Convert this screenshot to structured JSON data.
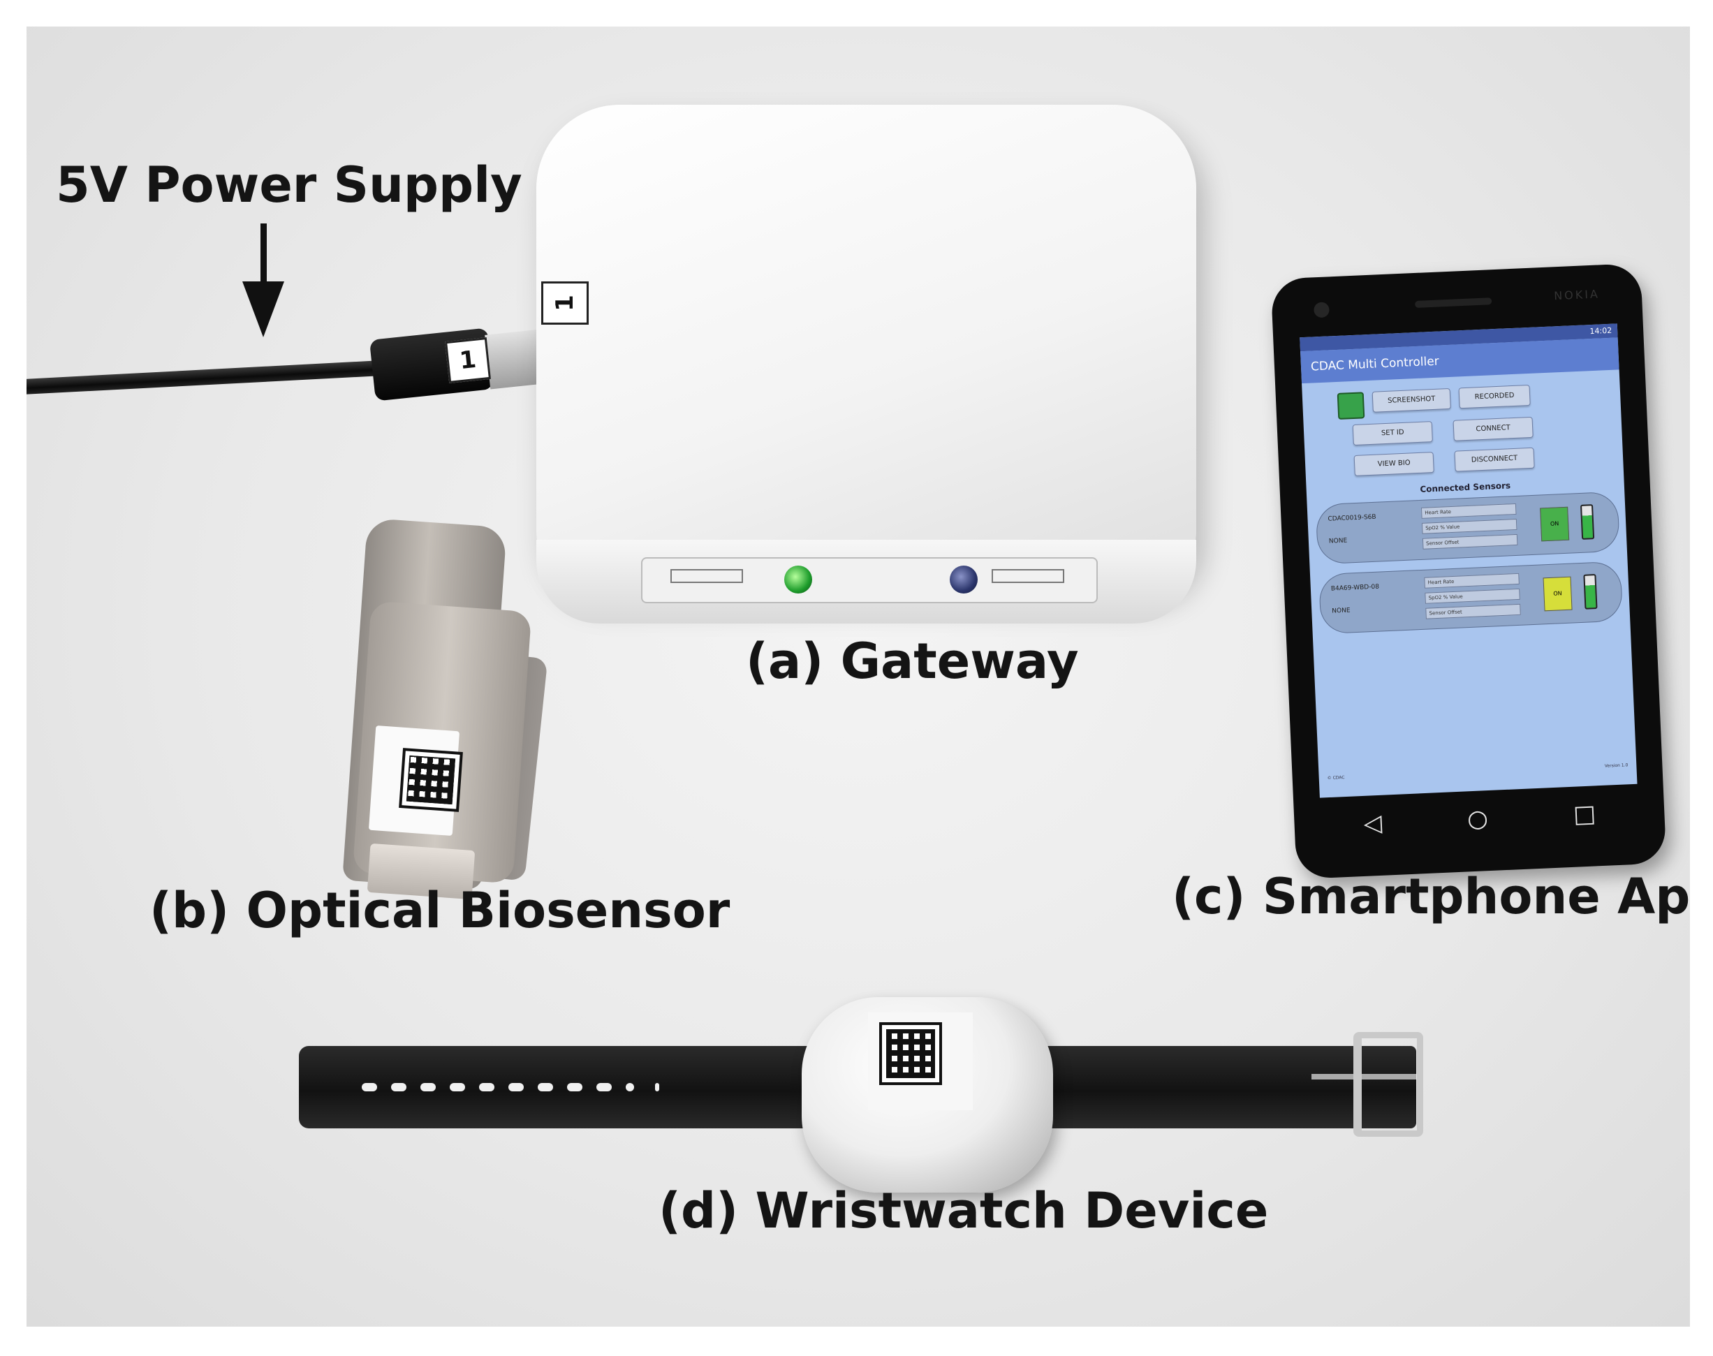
{
  "labels": {
    "power": "5V Power Supply",
    "gateway": "(a) Gateway",
    "biosensor": "(b) Optical Biosensor",
    "smartphone": "(c) Smartphone App",
    "wristwatch": "(d) Wristwatch Device"
  },
  "tags": {
    "plug": "1",
    "gateway_port": "1"
  },
  "phone": {
    "brand": "NOKIA",
    "status_time": "14:02",
    "app_title": "CDAC Multi Controller",
    "buttons": {
      "screenshot": "SCREENSHOT",
      "recorded": "RECORDED",
      "set_id": "SET ID",
      "connect": "CONNECT",
      "view_bio": "VIEW BIO",
      "disconnect": "DISCONNECT"
    },
    "connected_sensors_title": "Connected Sensors",
    "sensors": [
      {
        "name": "CDAC0019-S6B",
        "sub": "NONE",
        "field1": "Heart Rate",
        "field2": "SpO2 % Value",
        "field3": "Sensor Offset",
        "state": "ON",
        "state_color": "#48b04b"
      },
      {
        "name": "B4A69-WBD-08",
        "sub": "NONE",
        "field1": "Heart Rate",
        "field2": "SpO2 % Value",
        "field3": "Sensor Offset",
        "state": "ON",
        "state_color": "#d6de3a"
      }
    ],
    "footer_left": "© CDAC",
    "footer_right": "Version 1.0"
  },
  "colors": {
    "label_text": "#141414",
    "app_bar": "#5d7ed0",
    "screen_bg": "#a9c5ee",
    "led_power": "#1d9c2b",
    "led_connected": "#2b356b"
  },
  "icons": [
    "arrow-down-icon",
    "qr-code-icon",
    "nav-back-icon",
    "nav-home-icon",
    "nav-recent-icon"
  ]
}
